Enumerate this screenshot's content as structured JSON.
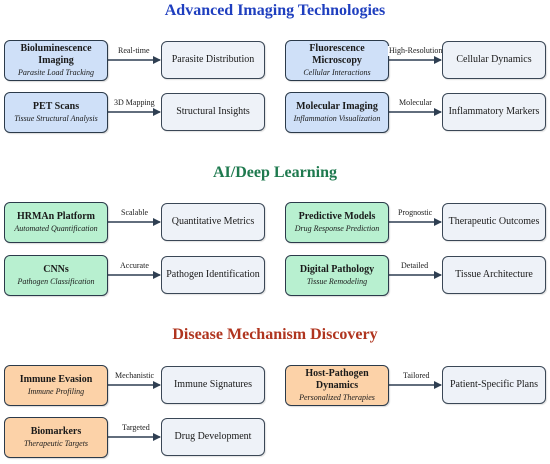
{
  "sections": {
    "imaging": {
      "title": "Advanced Imaging Technologies",
      "color": "#1f3fbf"
    },
    "ai": {
      "title": "AI/Deep Learning",
      "color": "#1f7a4f"
    },
    "disease": {
      "title": "Disease Mechanism Discovery",
      "color": "#b0351f"
    }
  },
  "flows": {
    "bioluminescence": {
      "source": "Bioluminescence Imaging",
      "sub": "Parasite Load Tracking",
      "edge": "Real-time",
      "target": "Parasite Distribution"
    },
    "fluorescence": {
      "source": "Fluorescence Microscopy",
      "sub": "Cellular Interactions",
      "edge": "High-Resolution",
      "target": "Cellular Dynamics"
    },
    "pet": {
      "source": "PET Scans",
      "sub": "Tissue Structural Analysis",
      "edge": "3D Mapping",
      "target": "Structural Insights"
    },
    "molecular": {
      "source": "Molecular Imaging",
      "sub": "Inflammation Visualization",
      "edge": "Molecular",
      "target": "Inflammatory Markers"
    },
    "hrman": {
      "source": "HRMAn Platform",
      "sub": "Automated Quantification",
      "edge": "Scalable",
      "target": "Quantitative Metrics"
    },
    "predictive": {
      "source": "Predictive Models",
      "sub": "Drug Response Prediction",
      "edge": "Prognostic",
      "target": "Therapeutic Outcomes"
    },
    "cnns": {
      "source": "CNNs",
      "sub": "Pathogen Classification",
      "edge": "Accurate",
      "target": "Pathogen Identification"
    },
    "pathology": {
      "source": "Digital Pathology",
      "sub": "Tissue Remodeling",
      "edge": "Detailed",
      "target": "Tissue Architecture"
    },
    "immune": {
      "source": "Immune Evasion",
      "sub": "Immune Profiling",
      "edge": "Mechanistic",
      "target": "Immune Signatures"
    },
    "hostpathogen": {
      "source": "Host-Pathogen Dynamics",
      "sub": "Personalized Therapies",
      "edge": "Tailored",
      "target": "Patient-Specific Plans"
    },
    "biomarkers": {
      "source": "Biomarkers",
      "sub": "Therapeutic Targets",
      "edge": "Targeted",
      "target": "Drug Development"
    }
  }
}
